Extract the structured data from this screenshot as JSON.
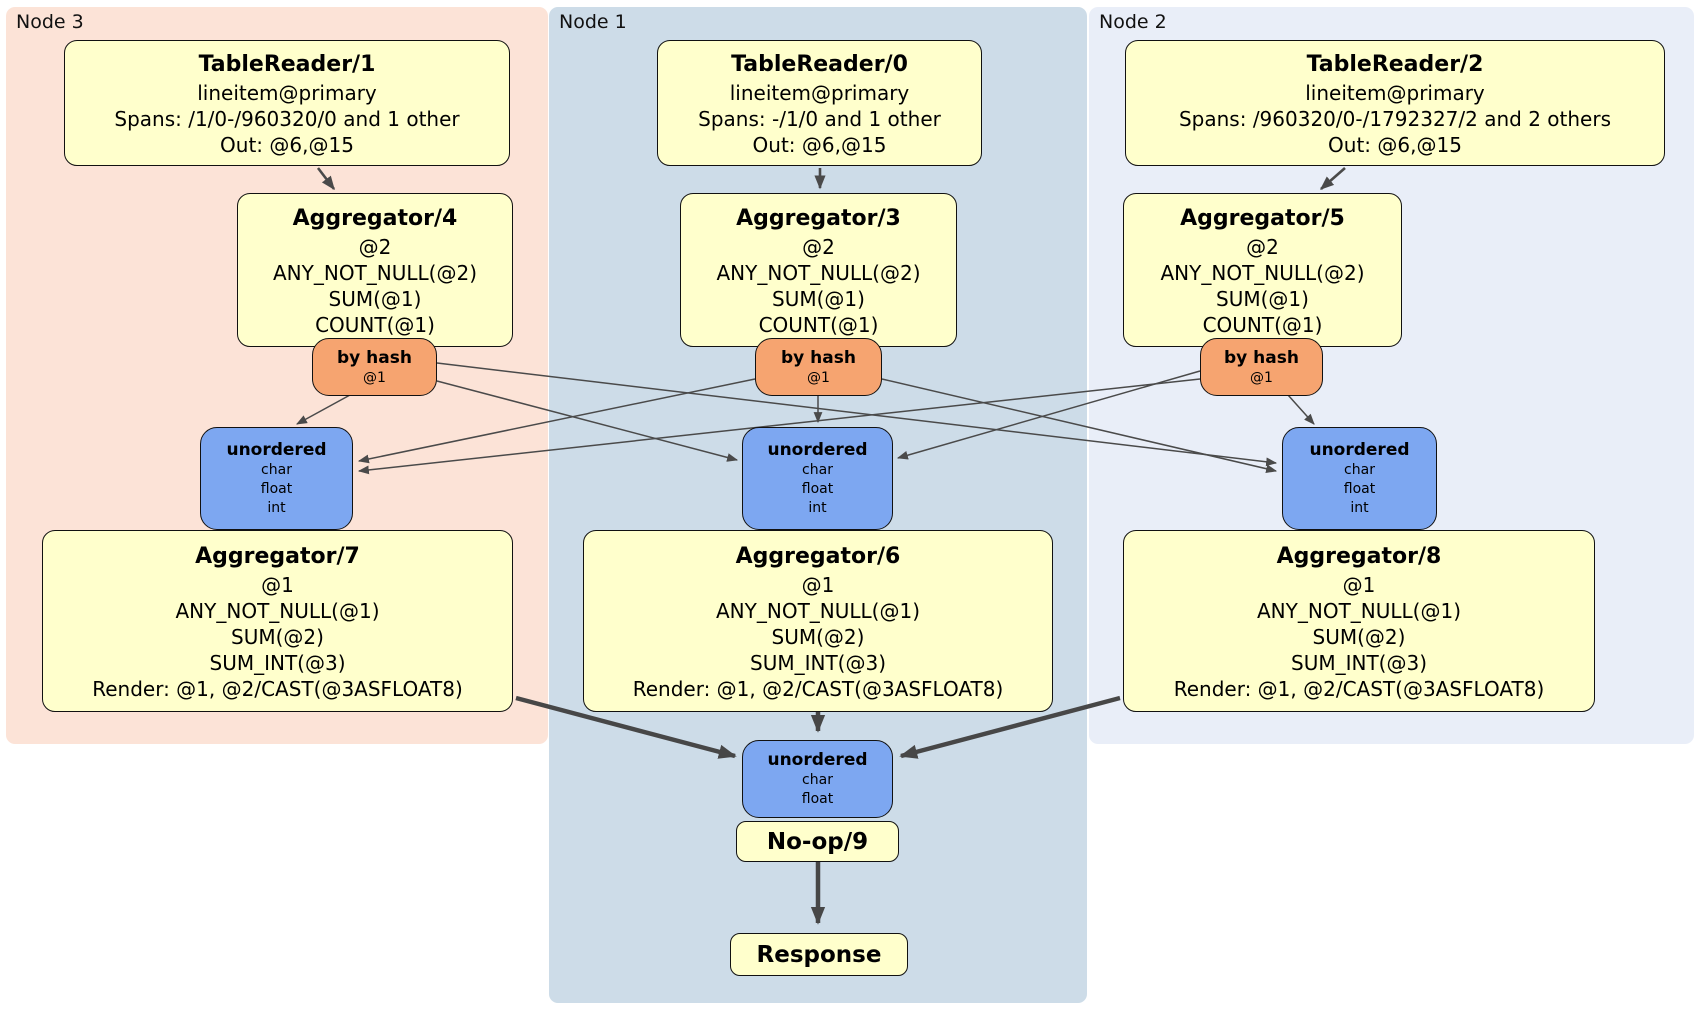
{
  "panels": {
    "node3": {
      "label": "Node 3",
      "color": "#fce3d7"
    },
    "node1": {
      "label": "Node 1",
      "color": "#cddce8"
    },
    "node2": {
      "label": "Node 2",
      "color": "#e9eef8"
    }
  },
  "colors": {
    "processor_box": "#ffffcc",
    "hash_router": "#f6a470",
    "sync_box": "#7da7f1",
    "edge": "#4a4a4a",
    "border": "#111111"
  },
  "nodes": {
    "tr1": {
      "title": "TableReader/1",
      "lines": [
        "lineitem@primary",
        "Spans: /1/0-/960320/0 and 1 other",
        "Out: @6,@15"
      ]
    },
    "tr0": {
      "title": "TableReader/0",
      "lines": [
        "lineitem@primary",
        "Spans: -/1/0 and 1 other",
        "Out: @6,@15"
      ]
    },
    "tr2": {
      "title": "TableReader/2",
      "lines": [
        "lineitem@primary",
        "Spans: /960320/0-/1792327/2 and 2 others",
        "Out: @6,@15"
      ]
    },
    "agg4": {
      "title": "Aggregator/4",
      "lines": [
        "@2",
        "ANY_NOT_NULL(@2)",
        "SUM(@1)",
        "COUNT(@1)"
      ]
    },
    "agg3": {
      "title": "Aggregator/3",
      "lines": [
        "@2",
        "ANY_NOT_NULL(@2)",
        "SUM(@1)",
        "COUNT(@1)"
      ]
    },
    "agg5": {
      "title": "Aggregator/5",
      "lines": [
        "@2",
        "ANY_NOT_NULL(@2)",
        "SUM(@1)",
        "COUNT(@1)"
      ]
    },
    "hashL": {
      "title": "by hash",
      "sub": "@1"
    },
    "hashM": {
      "title": "by hash",
      "sub": "@1"
    },
    "hashR": {
      "title": "by hash",
      "sub": "@1"
    },
    "unordL": {
      "title": "unordered",
      "lines": [
        "char",
        "float",
        "int"
      ]
    },
    "unordM": {
      "title": "unordered",
      "lines": [
        "char",
        "float",
        "int"
      ]
    },
    "unordR": {
      "title": "unordered",
      "lines": [
        "char",
        "float",
        "int"
      ]
    },
    "agg7": {
      "title": "Aggregator/7",
      "lines": [
        "@1",
        "ANY_NOT_NULL(@1)",
        "SUM(@2)",
        "SUM_INT(@3)",
        "Render: @1, @2/CAST(@3ASFLOAT8)"
      ]
    },
    "agg6": {
      "title": "Aggregator/6",
      "lines": [
        "@1",
        "ANY_NOT_NULL(@1)",
        "SUM(@2)",
        "SUM_INT(@3)",
        "Render: @1, @2/CAST(@3ASFLOAT8)"
      ]
    },
    "agg8": {
      "title": "Aggregator/8",
      "lines": [
        "@1",
        "ANY_NOT_NULL(@1)",
        "SUM(@2)",
        "SUM_INT(@3)",
        "Render: @1, @2/CAST(@3ASFLOAT8)"
      ]
    },
    "unordB": {
      "title": "unordered",
      "lines": [
        "char",
        "float"
      ]
    },
    "noop": {
      "title": "No-op/9"
    },
    "response": {
      "title": "Response"
    }
  }
}
